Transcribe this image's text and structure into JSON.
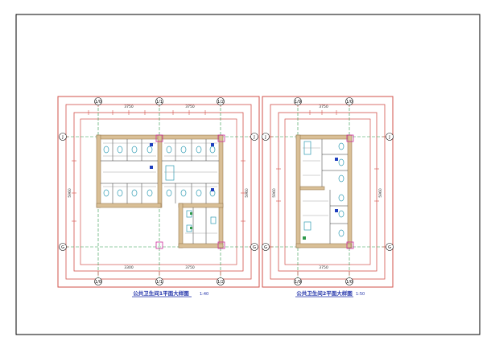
{
  "drawing": {
    "colors": {
      "frame": "#000000",
      "dim_red": "#d2504a",
      "grid_green": "#2f9a4b",
      "wall_fill": "#d9bf96",
      "fixture_cyan": "#2f9bb3",
      "accent_blue": "#1f3fbf",
      "title_blue": "#2233aa",
      "magenta": "#cc2a9a"
    },
    "plan1": {
      "grid_x": [
        "1/0",
        "1/1",
        "1/2"
      ],
      "grid_y": [
        "J",
        "G"
      ],
      "top_dims": [
        "3750",
        "3750"
      ],
      "bottom_dims": [
        "3300",
        "3750"
      ],
      "left_dim": "5960",
      "right_dim": "5960",
      "title": "公共卫生间1平面大样图",
      "scale": "1:40"
    },
    "plan2": {
      "grid_x": [
        "1/9",
        "1/0"
      ],
      "grid_y": [
        "J",
        "G"
      ],
      "top_dims": [
        "3750"
      ],
      "bottom_dims": [
        "3750"
      ],
      "left_dim": "5960",
      "right_dim": "5960",
      "title": "公共卫生间2平面大样图",
      "scale": "1:50"
    }
  }
}
